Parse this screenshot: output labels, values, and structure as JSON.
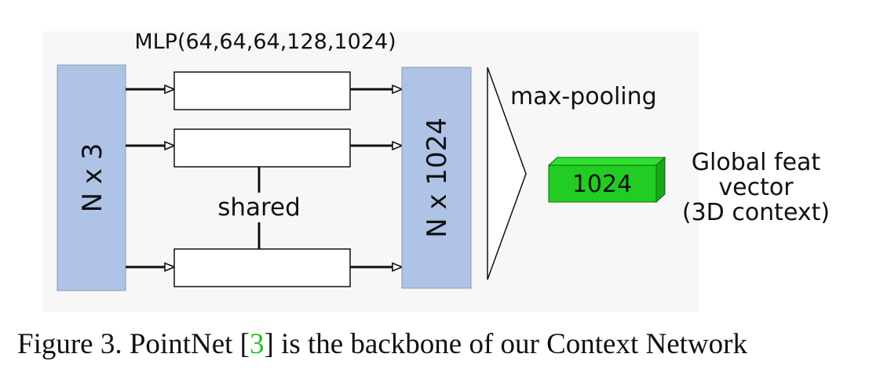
{
  "diagram": {
    "mlp_label": "MLP(64,64,64,128,1024)",
    "input_label": "N x 3",
    "feature_label": "N x 1024",
    "shared_label": "shared",
    "pool_label": "max-pooling",
    "vector_label": "1024",
    "output_label_line1": "Global feat",
    "output_label_line2": "vector",
    "output_label_line3": "(3D context)",
    "colors": {
      "block_fill": "#aec3e6",
      "vector_front": "#22cc22",
      "vector_top": "#2fe02f",
      "vector_side": "#17a817",
      "citation": "#22c022"
    }
  },
  "caption": {
    "prefix": "Figure 3. PointNet [",
    "citation": "3",
    "suffix": "] is the backbone of our Context Network"
  }
}
